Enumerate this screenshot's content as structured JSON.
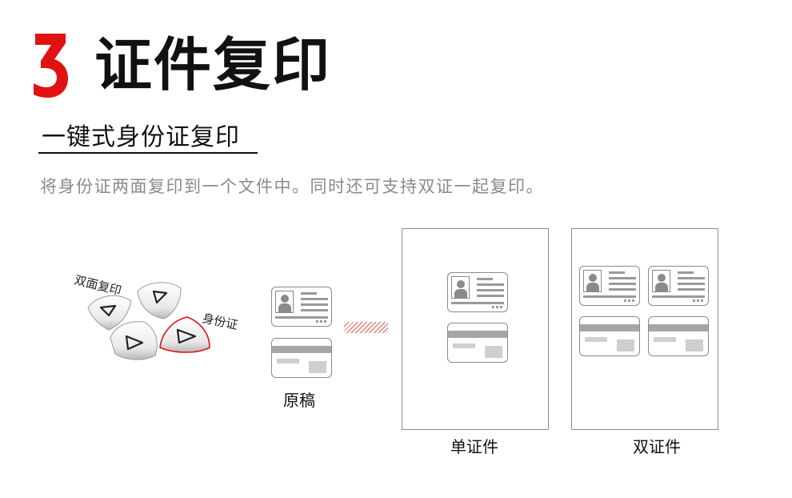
{
  "header": {
    "number": "3",
    "title": "证件复印"
  },
  "subtitle": "一键式身份证复印",
  "description": "将身份证两面复印到一个文件中。同时还可支持双证一起复印。",
  "keypad": {
    "label_duplex": "双面复印",
    "label_id": "身份证"
  },
  "captions": {
    "original": "原稿",
    "single": "单证件",
    "double": "双证件"
  },
  "colors": {
    "accent": "#e01212",
    "card_gray": "#8a8a8a"
  }
}
